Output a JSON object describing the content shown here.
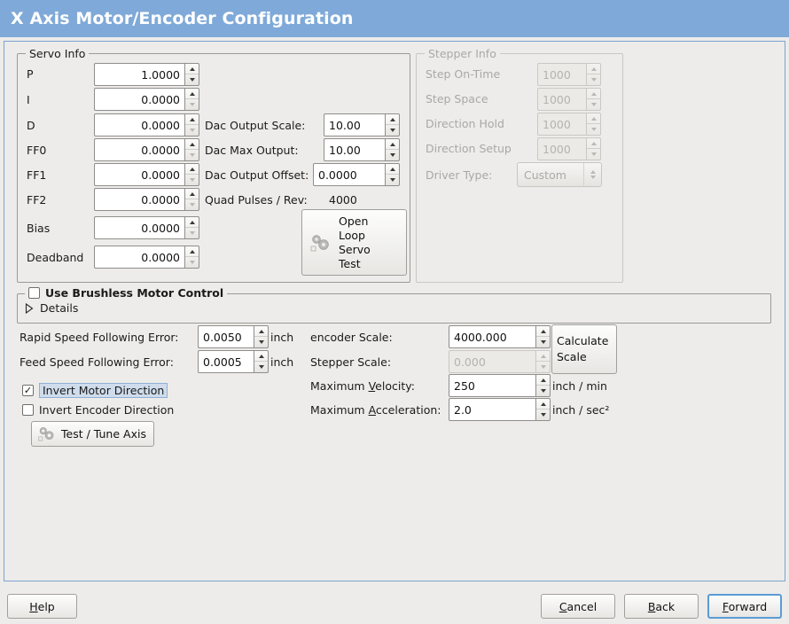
{
  "window": {
    "title": "X Axis Motor/Encoder Configuration",
    "title_bg": "#7fa9d8",
    "title_color": "#ffffff",
    "bg": "#edecea",
    "frame_border": "#7ba3cf"
  },
  "servo_info": {
    "legend": "Servo Info",
    "fields": [
      {
        "label": "P",
        "value": "1.0000"
      },
      {
        "label": "I",
        "value": "0.0000"
      },
      {
        "label": "D",
        "value": "0.0000"
      },
      {
        "label": "FF0",
        "value": "0.0000"
      },
      {
        "label": "FF1",
        "value": "0.0000"
      },
      {
        "label": "FF2",
        "value": "0.0000"
      },
      {
        "label": "Bias",
        "value": "0.0000"
      },
      {
        "label": "Deadband",
        "value": "0.0000"
      }
    ],
    "dac": [
      {
        "label": "Dac Output Scale:",
        "value": "10.00"
      },
      {
        "label": "Dac Max Output:",
        "value": "10.00"
      },
      {
        "label": "Dac Output Offset:",
        "value": "0.0000"
      }
    ],
    "quad_pulses_label": "Quad Pulses / Rev:",
    "quad_pulses_value": "4000",
    "open_loop_button": "Open\nLoop\nServo\nTest",
    "open_loop_lines": [
      "Open",
      "Loop",
      "Servo",
      "Test"
    ],
    "open_loop_icon": "gears-icon"
  },
  "stepper_info": {
    "legend": "Stepper Info",
    "enabled": false,
    "fields": [
      {
        "label": "Step On-Time",
        "value": "1000"
      },
      {
        "label": "Step Space",
        "value": "1000"
      },
      {
        "label": "Direction Hold",
        "value": "1000"
      },
      {
        "label": "Direction Setup",
        "value": "1000"
      }
    ],
    "driver_type_label": "Driver Type:",
    "driver_type_value": "Custom"
  },
  "brushless": {
    "legend": "Use Brushless Motor Control",
    "checked": false,
    "details_label": "Details",
    "details_expanded": false
  },
  "tuning": {
    "rapid_error_label": "Rapid Speed Following Error:",
    "rapid_error_value": "0.0050",
    "rapid_error_unit": "inch",
    "feed_error_label": "Feed Speed Following Error:",
    "feed_error_value": "0.0005",
    "feed_error_unit": "inch",
    "invert_motor_label": "Invert Motor Direction",
    "invert_motor_checked": true,
    "invert_motor_focused": true,
    "invert_encoder_label": "Invert Encoder Direction",
    "invert_encoder_checked": false,
    "test_tune_button": "Test / Tune Axis",
    "test_tune_icon": "gears-icon"
  },
  "scales": {
    "encoder_scale_label": "encoder Scale:",
    "encoder_scale_value": "4000.000",
    "stepper_scale_label": "Stepper Scale:",
    "stepper_scale_value": "0.000",
    "stepper_scale_enabled": false,
    "calculate_scale_lines": [
      "Calculate",
      "Scale"
    ],
    "calculate_scale_button": "Calculate Scale",
    "max_velocity_label_pre": "Maximum ",
    "max_velocity_label_key": "V",
    "max_velocity_label_post": "elocity:",
    "max_velocity_value": "250",
    "max_velocity_unit": "inch / min",
    "max_accel_label_pre": "Maximum ",
    "max_accel_label_key": "A",
    "max_accel_label_post": "cceleration:",
    "max_accel_value": "2.0",
    "max_accel_unit": "inch / sec²"
  },
  "footer": {
    "help": {
      "pre": "",
      "key": "H",
      "post": "elp",
      "label": "Help"
    },
    "cancel": {
      "pre": "",
      "key": "C",
      "post": "ancel",
      "label": "Cancel"
    },
    "back": {
      "pre": "",
      "key": "B",
      "post": "ack",
      "label": "Back"
    },
    "forward": {
      "pre": "",
      "key": "F",
      "post": "orward",
      "label": "Forward",
      "focused": true
    }
  }
}
